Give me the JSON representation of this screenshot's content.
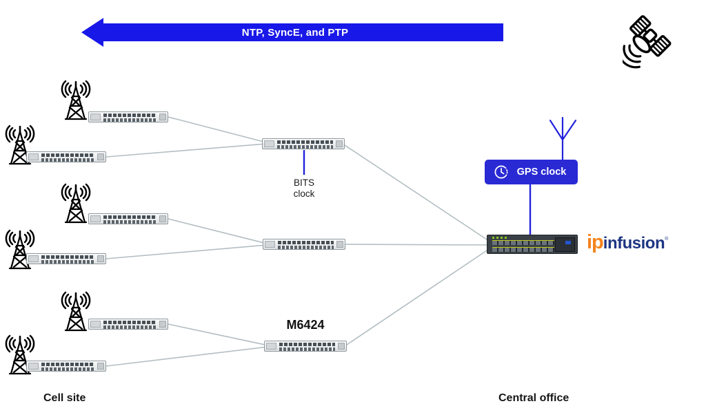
{
  "diagram": {
    "flow_arrow_label": "NTP, SyncE, and PTP",
    "bits_clock_line1": "BITS",
    "bits_clock_line2": "clock",
    "model_label": "M6424",
    "gps_clock_label": "GPS clock",
    "cell_site_label": "Cell site",
    "central_office_label": "Central office",
    "logo": {
      "ip": "ip",
      "infusion": "infusion",
      "mark": "®"
    }
  },
  "colors": {
    "arrow_blue": "#1818E8",
    "gps_box_blue": "#2A2AD4",
    "signal_line_blue": "#2222DD",
    "connector_gray": "#B3BEC2",
    "device_dark": "#3A4046",
    "port_accent_yellow": "#C3CC1A",
    "logo_orange": "#F5841F",
    "logo_navy": "#1D3583"
  },
  "icons": {
    "satellite": "satellite-icon",
    "cell_tower": "cell-tower-icon",
    "clock": "clock-icon",
    "gps_antenna": "gps-antenna-icon",
    "flow_arrow": "left-arrow-icon"
  }
}
